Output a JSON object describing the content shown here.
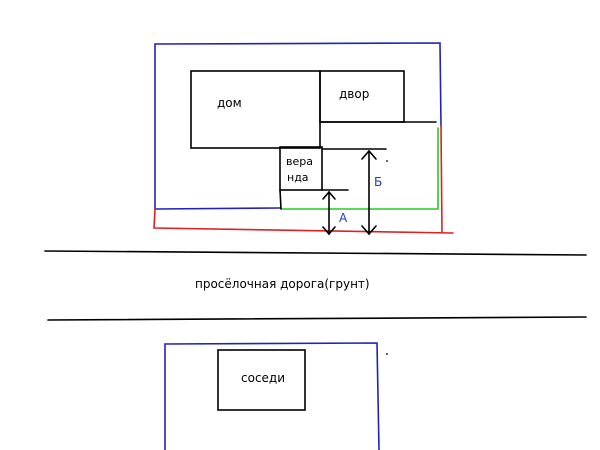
{
  "labels": {
    "house": "дом",
    "yard": "двор",
    "veranda_line1": "вера",
    "veranda_line2": "нда",
    "road": "просёлочная дорога(грунт)",
    "neighbors": "соседи",
    "dim_a": "А",
    "dim_b": "Б"
  },
  "colors": {
    "plot_outline": "#2222bb",
    "front_boundary": "#dd2222",
    "green_line": "#22cc22",
    "building": "#000000",
    "dimension_text": "#1f3fbf"
  }
}
